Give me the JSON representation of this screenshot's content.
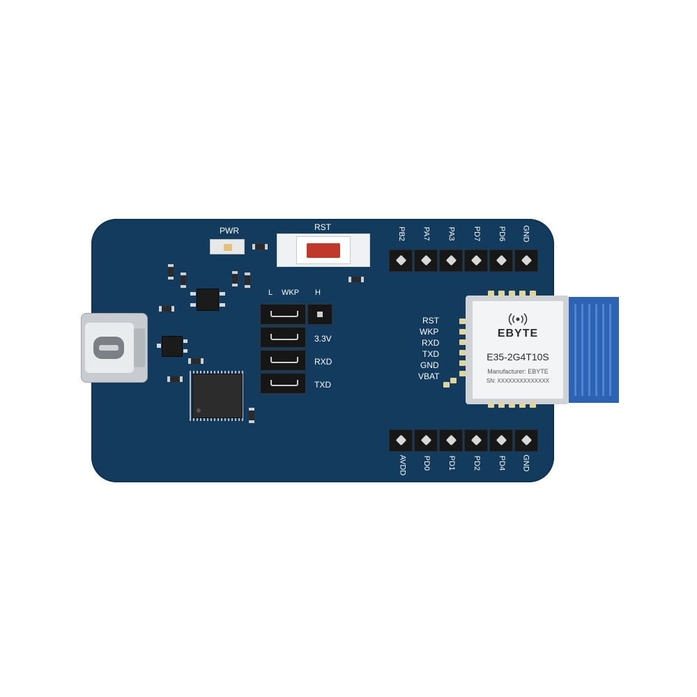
{
  "board": {
    "pwr_label": "PWR",
    "rst_label": "RST",
    "jumper_labels": {
      "l": "L",
      "wkp": "WKP",
      "h": "H",
      "v33": "3.3V",
      "rxd": "RXD",
      "txd": "TXD"
    },
    "top_header": [
      "PB2",
      "PA7",
      "PA3",
      "PD7",
      "PD6",
      "GND"
    ],
    "bottom_header": [
      "AVDD",
      "PD0",
      "PD1",
      "PD2",
      "PD4",
      "GND"
    ],
    "module_pins": [
      "RST",
      "WKP",
      "RXD",
      "TXD",
      "GND",
      "VBAT"
    ]
  },
  "module": {
    "brand": "EBYTE",
    "model": "E35-2G4T10S",
    "manufacturer": "Manufacturer: EBYTE",
    "sn": "SN: XXXXXXXXXXXXXX"
  },
  "colors": {
    "pcb": "#123b5e",
    "silkscreen": "#ffffff",
    "antenna": "#2d63b2",
    "button": "#c0392b"
  }
}
